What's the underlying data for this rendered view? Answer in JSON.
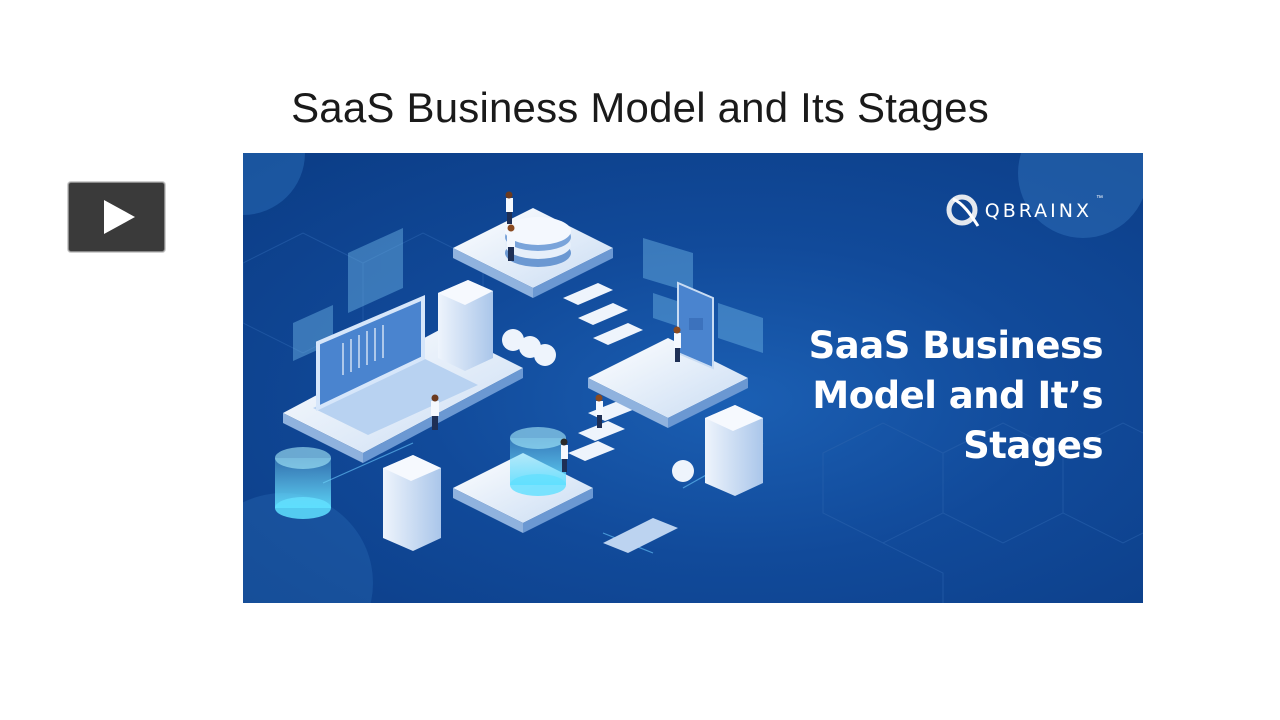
{
  "slide": {
    "title": "SaaS Business Model and Its Stages"
  },
  "media": {
    "play_button_icon": "play-icon"
  },
  "banner": {
    "background_color": "#0b3c85",
    "accent_color": "#1b5fb3",
    "logo": {
      "icon": "q-swirl-logo-icon",
      "text": "QBRAINX",
      "trademark": "™"
    },
    "heading_lines": [
      "SaaS Business",
      "Model and It’s",
      "Stages"
    ]
  }
}
